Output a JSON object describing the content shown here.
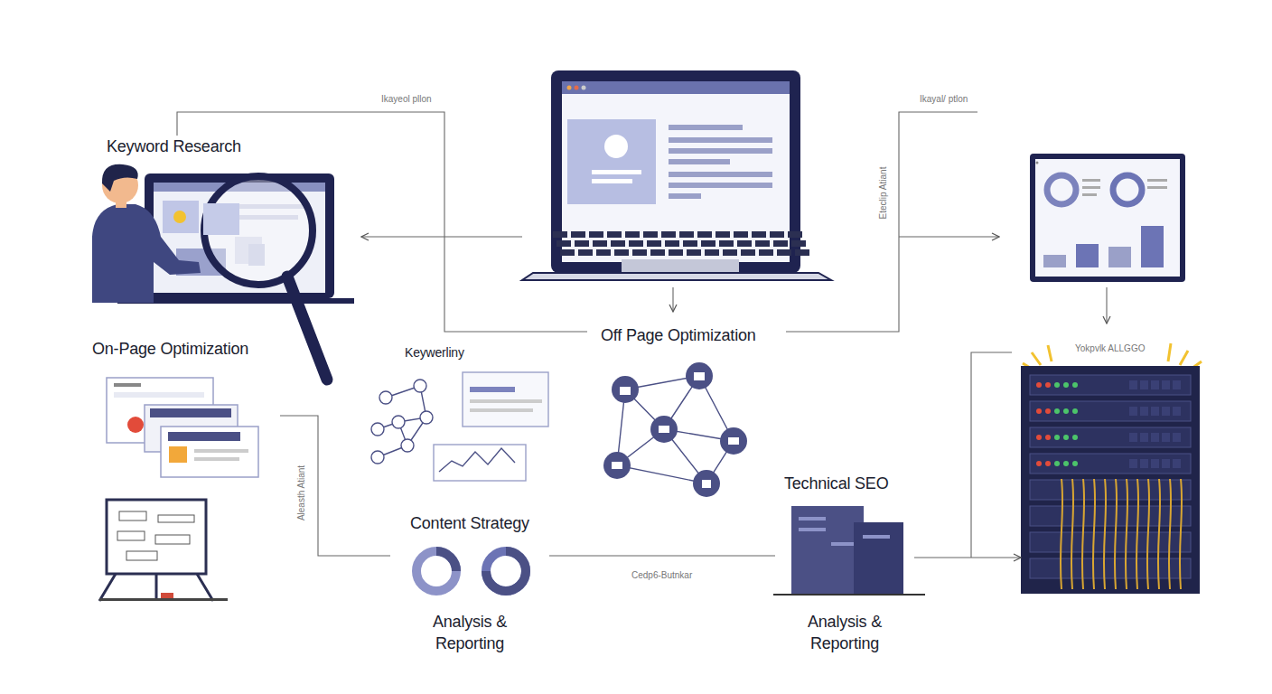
{
  "diagram": {
    "nodes": [
      {
        "text": [
          "Keyword Research"
        ]
      },
      {
        "text": [
          "On-Page Optimization"
        ]
      },
      {
        "text": [
          "Keywerliny"
        ]
      },
      {
        "text": [
          "Off Page Optimization"
        ]
      },
      {
        "text": [
          "Content Strategy",
          "Analysis & Reporting"
        ]
      },
      {
        "text": [
          "Technical SEO",
          "Analysis & Reporting"
        ]
      },
      {
        "text": [
          "Yokpvlk ALLGGO"
        ]
      }
    ],
    "edges": [
      {
        "from": 3,
        "to": 0,
        "arrow": "to"
      },
      {
        "from": 5,
        "to": 6,
        "arrow": "to"
      },
      {
        "from": 4,
        "to": 5,
        "label": "Cedp6-Butnkar",
        "arrow": "none"
      },
      {
        "from": 1,
        "to": 4,
        "arrow": "none"
      }
    ],
    "labels": [
      "Ikayeol pllon",
      "Ikayal/ ptlon",
      "Eteclip Atiant",
      "Aleasth Atiant"
    ]
  }
}
